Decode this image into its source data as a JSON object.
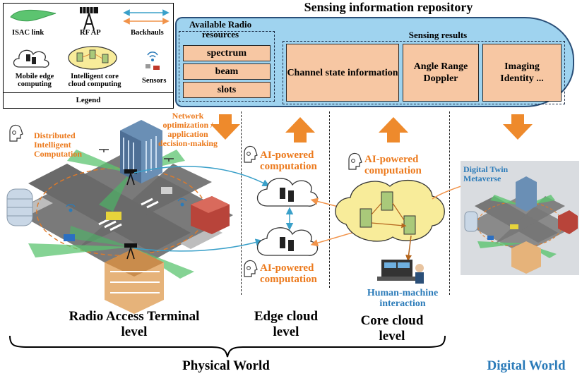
{
  "legend": {
    "title": "Legend",
    "isac_link": "ISAC link",
    "rf_ap": "RF AP",
    "backhauls": "Backhauls",
    "mobile_edge_computing": "Mobile edge computing",
    "intelligent_core_cloud": "Intelligent core cloud computing",
    "sensors": "Sensors"
  },
  "repository": {
    "title": "Sensing information repository",
    "radio_group_title": "Available Radio resources",
    "radio_resources": [
      "spectrum",
      "beam",
      "slots"
    ],
    "results_title": "Sensing results",
    "results": [
      "Channel state information",
      "Angle Range Doppler",
      "Imaging Identity ..."
    ]
  },
  "annotations": {
    "network_optimization": "Network optimization / application decision-making",
    "distributed_computation": "Distributed Intelligent Computation",
    "ai_powered_edge_top": "AI-powered computation",
    "ai_powered_edge_bottom": "AI-powered computation",
    "ai_powered_core": "AI-powered computation",
    "human_machine": "Human-machine interaction",
    "digital_twin": "Digital Twin Metaverse"
  },
  "levels": {
    "radio_access": "Radio Access Terminal level",
    "edge_cloud": "Edge cloud level",
    "core_cloud": "Core cloud level"
  },
  "worlds": {
    "physical": "Physical World",
    "digital": "Digital World"
  },
  "colors": {
    "repository_fill": "#9fd3ef",
    "cell_fill": "#f7c7a3",
    "arrow_orange": "#ee8a2c",
    "accent_orange": "#ec7a1d",
    "accent_blue": "#2b7bb9",
    "isac_green": "#5cc470",
    "backhaul_blue": "#3aa0c9",
    "backhaul_orange": "#f1934a",
    "core_cloud_fill": "#f8ec9a"
  },
  "icons": [
    "isac-link-icon",
    "rf-ap-tower-icon",
    "backhaul-arrows-icon",
    "mobile-edge-cloud-icon",
    "core-cloud-icon",
    "sensor-icon",
    "ai-head-icon",
    "city-intersection-icon",
    "server-icon",
    "operator-workstation-icon"
  ]
}
